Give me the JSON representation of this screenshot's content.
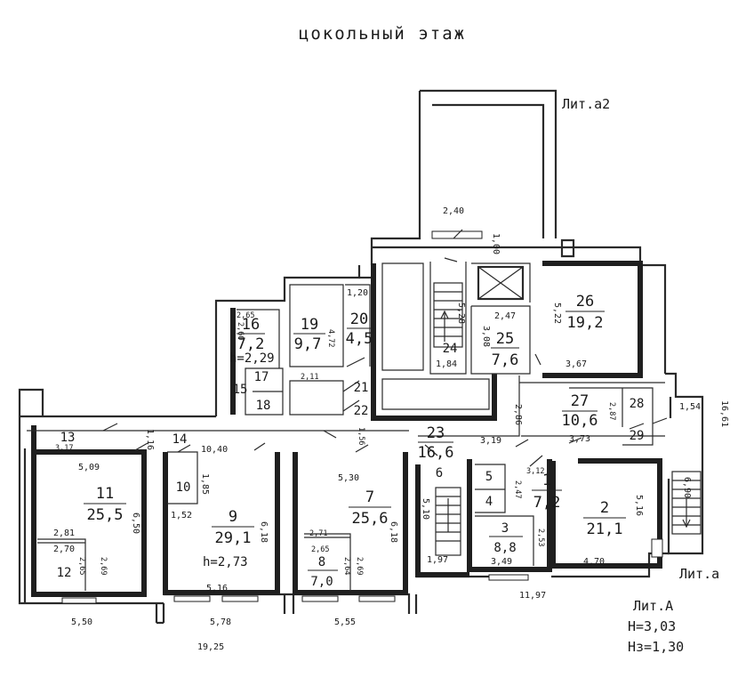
{
  "title": "цокольный этаж",
  "labels": {
    "lit_a2": "Лит.а2",
    "lit_a": "Лит.а",
    "lit_A": "Лит.А",
    "height": "Н=3,03",
    "height_z": "Нз=1,30",
    "h_room16": "h=2,29",
    "h_room9": "h=2,73"
  },
  "rooms": {
    "r1": {
      "num": "1",
      "area": "7,2"
    },
    "r2": {
      "num": "2",
      "area": "21,1"
    },
    "r3": {
      "num": "3",
      "area": "8,8"
    },
    "r4": {
      "num": "4"
    },
    "r5": {
      "num": "5"
    },
    "r6": {
      "num": "6"
    },
    "r7": {
      "num": "7",
      "area": "25,6"
    },
    "r8": {
      "num": "8",
      "area": "7,0"
    },
    "r9": {
      "num": "9",
      "area": "29,1"
    },
    "r10": {
      "num": "10"
    },
    "r11": {
      "num": "11",
      "area": "25,5"
    },
    "r12": {
      "num": "12"
    },
    "r13": {
      "num": "13"
    },
    "r14": {
      "num": "14"
    },
    "r15": {
      "num": "15"
    },
    "r16": {
      "num": "16",
      "area": "7,2"
    },
    "r17": {
      "num": "17"
    },
    "r18": {
      "num": "18"
    },
    "r19": {
      "num": "19",
      "area": "9,7"
    },
    "r20": {
      "num": "20",
      "area": "4,5"
    },
    "r21": {
      "num": "21"
    },
    "r22": {
      "num": "22"
    },
    "r23": {
      "num": "23",
      "area": "16,6"
    },
    "r24": {
      "num": "24"
    },
    "r25": {
      "num": "25",
      "area": "7,6"
    },
    "r26": {
      "num": "26",
      "area": "19,2"
    },
    "r27": {
      "num": "27",
      "area": "10,6"
    },
    "r28": {
      "num": "28"
    },
    "r29": {
      "num": "29"
    }
  },
  "dims": {
    "d_2_40": "2,40",
    "d_1_00": "1,00",
    "d_5_28": "5,28",
    "d_2_47a": "2,47",
    "d_3_08": "3,08",
    "d_5_22": "5,22",
    "d_1_84": "1,84",
    "d_3_67": "3,67",
    "d_1_20": "1,20",
    "d_4_72": "4,72",
    "d_2_65": "2,65",
    "d_2_60": "2,60",
    "d_2_11": "2,11",
    "d_1_56": "1,56",
    "d_2_86": "2,86",
    "d_2_87": "2,87",
    "d_1_54": "1,54",
    "d_16_61": "16,61",
    "d_3_73": "3,73",
    "d_3_19": "3,19",
    "d_1_16": "1,16",
    "d_3_17": "3,17",
    "d_10_40": "10,40",
    "d_5_09": "5,09",
    "d_5_30": "5,30",
    "d_1_85": "1,85",
    "d_6_50": "6,50",
    "d_1_52": "1,52",
    "d_6_18a": "6,18",
    "d_6_18b": "6,18",
    "d_2_81": "2,81",
    "d_2_70": "2,70",
    "d_2_65b": "2,65",
    "d_2_69a": "2,69",
    "d_2_71": "2,71",
    "d_2_65c": "2,65",
    "d_2_64": "2,64",
    "d_2_69b": "2,69",
    "d_5_10": "5,10",
    "d_1_97": "1,97",
    "d_3_12": "3,12",
    "d_2_47b": "2,47",
    "d_2_53": "2,53",
    "d_3_49": "3,49",
    "d_4_70": "4,70",
    "d_5_16a": "5,16",
    "d_6_90": "6,90",
    "d_5_16b": "5,16",
    "d_5_50": "5,50",
    "d_5_78": "5,78",
    "d_5_55": "5,55",
    "d_11_97": "11,97",
    "d_19_25": "19,25"
  }
}
